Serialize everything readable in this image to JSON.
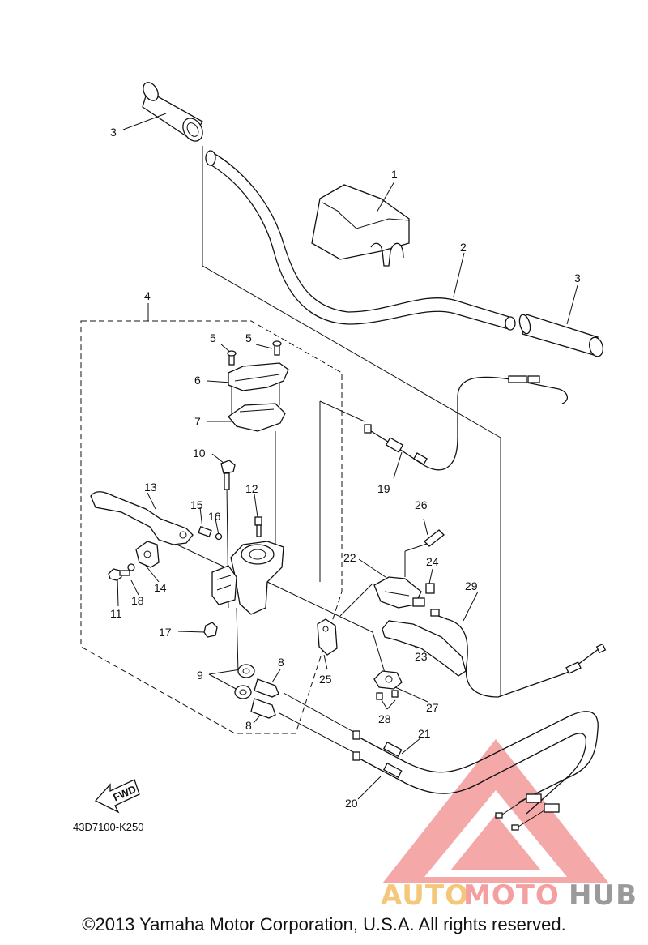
{
  "diagram": {
    "drawing_code": "43D7100-K250",
    "fwd_label": "FWD",
    "copyright": "©2013 Yamaha Motor Corporation, U.S.A. All rights reserved.",
    "callouts": [
      "1",
      "2",
      "3",
      "3",
      "4",
      "5",
      "5",
      "6",
      "7",
      "8",
      "8",
      "9",
      "10",
      "11",
      "12",
      "13",
      "14",
      "15",
      "16",
      "17",
      "18",
      "19",
      "20",
      "21",
      "22",
      "23",
      "24",
      "25",
      "26",
      "27",
      "28",
      "29"
    ]
  },
  "watermark": {
    "text_auto": "AUTO",
    "text_moto": "MOTO",
    "text_hub": "HUB",
    "colors": {
      "auto": "#f5c77a",
      "moto": "#f5a0a0",
      "hub": "#9a9a9a",
      "triangle": "#f28b8b"
    }
  }
}
